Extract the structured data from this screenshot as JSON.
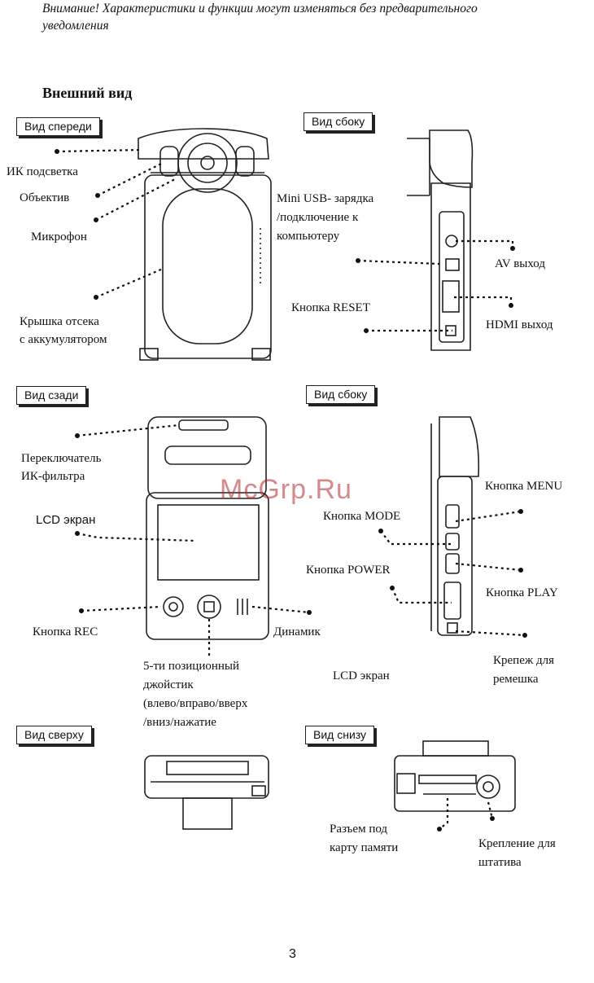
{
  "notice": "Внимание! Характеристики и функции могут изменяться без предварительного уведомления",
  "heading": "Внешний вид",
  "views": {
    "front": "Вид спереди",
    "side1": "Вид сбоку",
    "back": "Вид сзади",
    "side2": "Вид сбоку",
    "top": "Вид сверху",
    "bottom": "Вид снизу"
  },
  "front_labels": {
    "ir": "ИК подсветка",
    "lens": "Объектив",
    "mic": "Микрофон",
    "battery_line1": "Крышка отсека",
    "battery_line2": "с аккумулятором"
  },
  "side1_labels": {
    "usb_line1": "Mini USB- зарядка",
    "usb_line2": "/подключение к",
    "usb_line3": "компьютеру",
    "av": "AV выход",
    "reset": "Кнопка RESET",
    "hdmi": "HDMI выход"
  },
  "back_labels": {
    "ir_switch_line1": "Переключатель",
    "ir_switch_line2": "ИК-фильтра",
    "lcd": "LCD экран",
    "rec": "Кнопка REC",
    "speaker": "Динамик",
    "joy_line1": "5-ти позиционный",
    "joy_line2": "джойстик",
    "joy_line3": "(влево/вправо/вверх",
    "joy_line4": "/вниз/нажатие"
  },
  "side2_labels": {
    "menu": "Кнопка MENU",
    "mode": "Кнопка MODE",
    "power": "Кнопка POWER",
    "play": "Кнопка PLAY",
    "strap_line1": "Крепеж для",
    "strap_line2": "ремешка",
    "lcd": "LCD экран"
  },
  "bottom_labels": {
    "card_line1": "Разъем под",
    "card_line2": "карту памяти",
    "tripod_line1": "Крепление для",
    "tripod_line2": "штатива"
  },
  "watermark": "McGrp.Ru",
  "page_number": "3"
}
